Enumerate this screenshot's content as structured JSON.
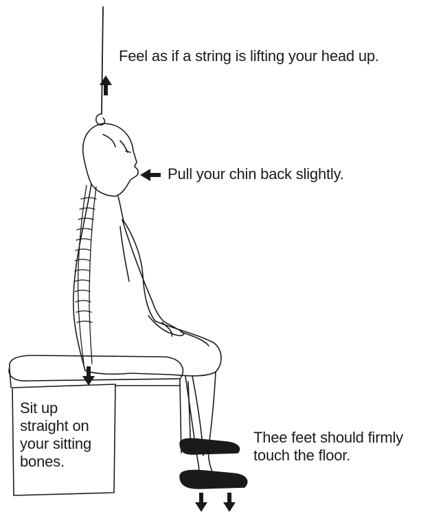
{
  "annotations": {
    "string": "Feel as if a string is lifting your head up.",
    "chin": "Pull your chin back slightly.",
    "sit_lines": [
      "Sit up",
      "straight on",
      "your sitting",
      "bones."
    ],
    "feet_lines": [
      "Thee feet should firmly",
      "touch the floor."
    ]
  },
  "colors": {
    "ink": "#1a1a1a",
    "background": "#ffffff"
  },
  "icons": [
    "arrow-up-icon",
    "arrow-left-icon",
    "arrow-down-icon"
  ]
}
